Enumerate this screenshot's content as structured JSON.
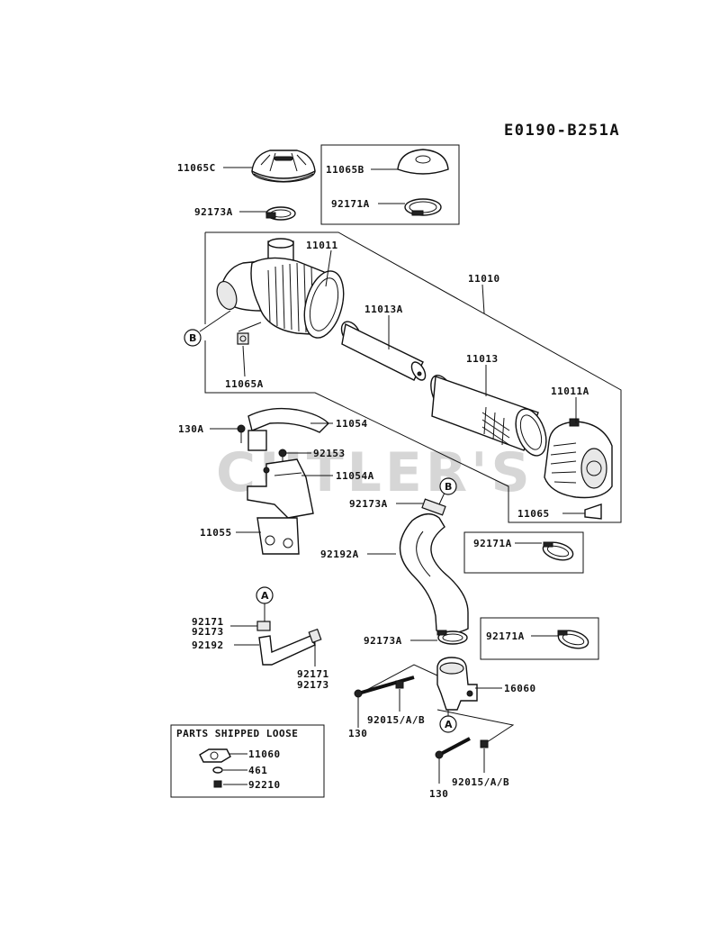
{
  "diagram_ref": "E0190-B251A",
  "watermark": "CUTLER'S",
  "parts_box_title": "PARTS SHIPPED LOOSE",
  "ref_markers": {
    "b_upper": "B",
    "b_lower": "B",
    "a_upper": "A",
    "a_lower": "A"
  },
  "labels": {
    "p11065C": "11065C",
    "p11065B": "11065B",
    "p92171A_top": "92171A",
    "p92173A_top": "92173A",
    "p11011": "11011",
    "p11010": "11010",
    "p11013A": "11013A",
    "p11013": "11013",
    "p11011A": "11011A",
    "p11065A": "11065A",
    "p130A": "130A",
    "p11054": "11054",
    "p92153": "92153",
    "p11054A": "11054A",
    "p92173A_mid": "92173A",
    "p11065": "11065",
    "p11055": "11055",
    "p92192A": "92192A",
    "p92171A_mid": "92171A",
    "p92171_left": "92171",
    "p92173_left": "92173",
    "p92192": "92192",
    "p92171_right": "92171",
    "p92173_right": "92173",
    "p92173A_low": "92173A",
    "p92171A_low": "92171A",
    "p16060": "16060",
    "p92015_left": "92015/A/B",
    "p130_left": "130",
    "p130_bottom": "130",
    "p92015_bottom": "92015/A/B",
    "p11060": "11060",
    "p461": "461",
    "p92210": "92210"
  }
}
